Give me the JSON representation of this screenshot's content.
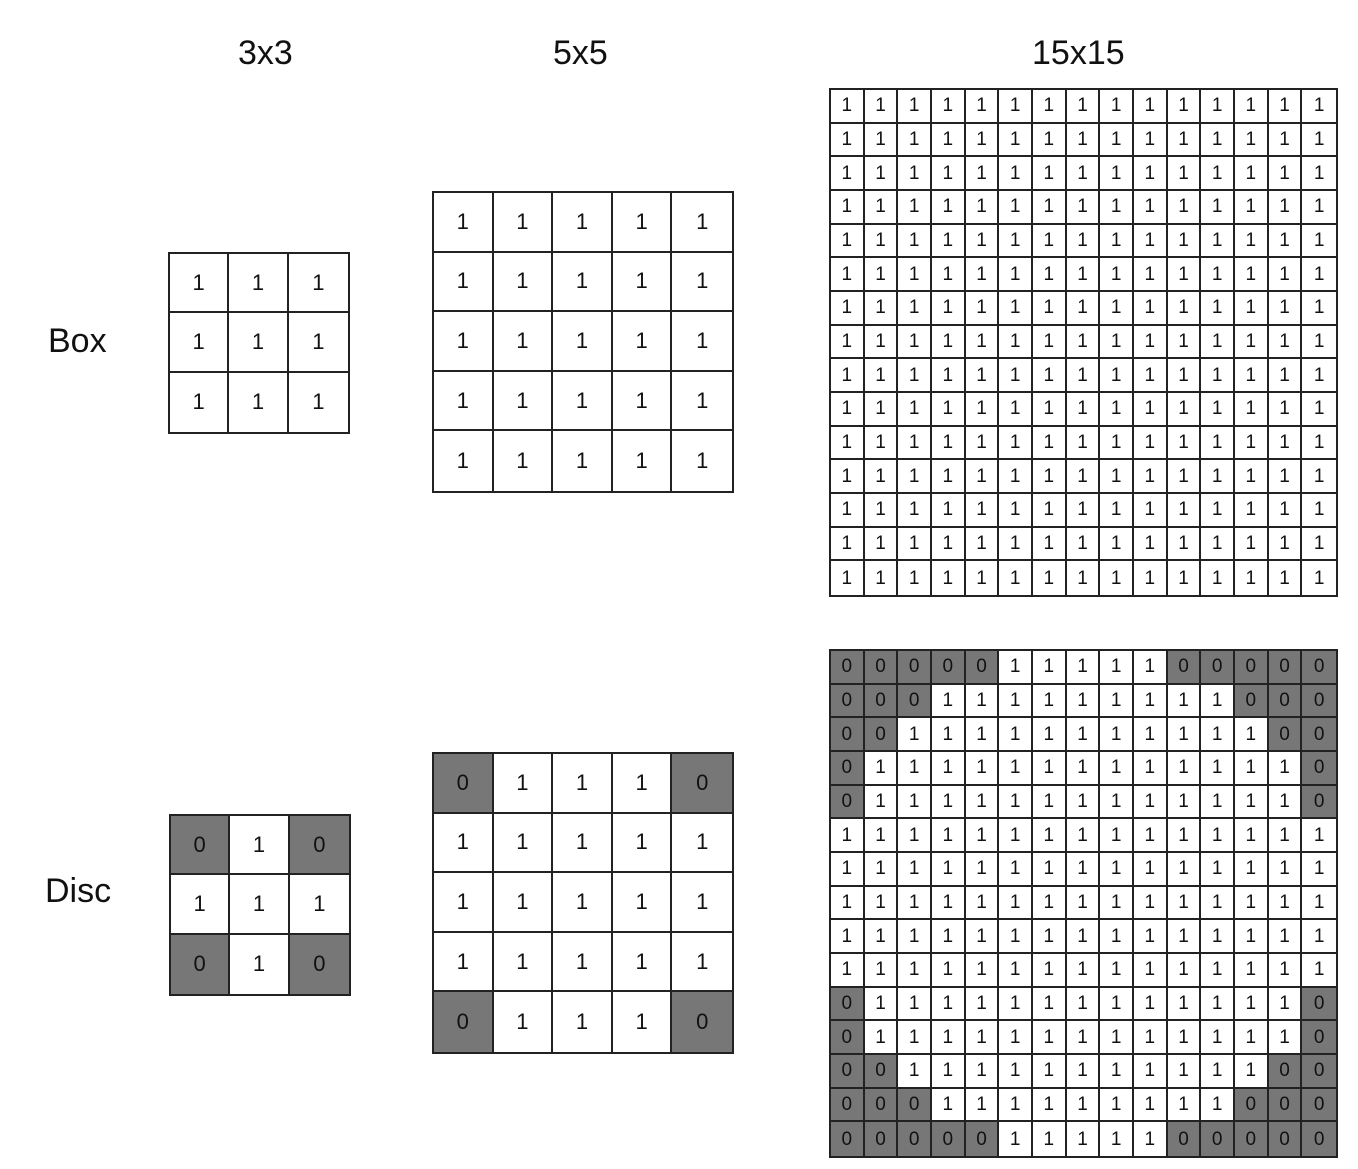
{
  "column_labels": {
    "small": "3x3",
    "medium": "5x5",
    "large": "15x15"
  },
  "row_labels": {
    "box": "Box",
    "disc": "Disc"
  },
  "colors": {
    "zero_fill": "#777777",
    "one_fill": "#ffffff",
    "border": "#222222"
  },
  "kernels": {
    "box_3x3": [
      [
        1,
        1,
        1
      ],
      [
        1,
        1,
        1
      ],
      [
        1,
        1,
        1
      ]
    ],
    "box_5x5": [
      [
        1,
        1,
        1,
        1,
        1
      ],
      [
        1,
        1,
        1,
        1,
        1
      ],
      [
        1,
        1,
        1,
        1,
        1
      ],
      [
        1,
        1,
        1,
        1,
        1
      ],
      [
        1,
        1,
        1,
        1,
        1
      ]
    ],
    "box_15x15": [
      [
        1,
        1,
        1,
        1,
        1,
        1,
        1,
        1,
        1,
        1,
        1,
        1,
        1,
        1,
        1
      ],
      [
        1,
        1,
        1,
        1,
        1,
        1,
        1,
        1,
        1,
        1,
        1,
        1,
        1,
        1,
        1
      ],
      [
        1,
        1,
        1,
        1,
        1,
        1,
        1,
        1,
        1,
        1,
        1,
        1,
        1,
        1,
        1
      ],
      [
        1,
        1,
        1,
        1,
        1,
        1,
        1,
        1,
        1,
        1,
        1,
        1,
        1,
        1,
        1
      ],
      [
        1,
        1,
        1,
        1,
        1,
        1,
        1,
        1,
        1,
        1,
        1,
        1,
        1,
        1,
        1
      ],
      [
        1,
        1,
        1,
        1,
        1,
        1,
        1,
        1,
        1,
        1,
        1,
        1,
        1,
        1,
        1
      ],
      [
        1,
        1,
        1,
        1,
        1,
        1,
        1,
        1,
        1,
        1,
        1,
        1,
        1,
        1,
        1
      ],
      [
        1,
        1,
        1,
        1,
        1,
        1,
        1,
        1,
        1,
        1,
        1,
        1,
        1,
        1,
        1
      ],
      [
        1,
        1,
        1,
        1,
        1,
        1,
        1,
        1,
        1,
        1,
        1,
        1,
        1,
        1,
        1
      ],
      [
        1,
        1,
        1,
        1,
        1,
        1,
        1,
        1,
        1,
        1,
        1,
        1,
        1,
        1,
        1
      ],
      [
        1,
        1,
        1,
        1,
        1,
        1,
        1,
        1,
        1,
        1,
        1,
        1,
        1,
        1,
        1
      ],
      [
        1,
        1,
        1,
        1,
        1,
        1,
        1,
        1,
        1,
        1,
        1,
        1,
        1,
        1,
        1
      ],
      [
        1,
        1,
        1,
        1,
        1,
        1,
        1,
        1,
        1,
        1,
        1,
        1,
        1,
        1,
        1
      ],
      [
        1,
        1,
        1,
        1,
        1,
        1,
        1,
        1,
        1,
        1,
        1,
        1,
        1,
        1,
        1
      ],
      [
        1,
        1,
        1,
        1,
        1,
        1,
        1,
        1,
        1,
        1,
        1,
        1,
        1,
        1,
        1
      ]
    ],
    "disc_3x3": [
      [
        0,
        1,
        0
      ],
      [
        1,
        1,
        1
      ],
      [
        0,
        1,
        0
      ]
    ],
    "disc_5x5": [
      [
        0,
        1,
        1,
        1,
        0
      ],
      [
        1,
        1,
        1,
        1,
        1
      ],
      [
        1,
        1,
        1,
        1,
        1
      ],
      [
        1,
        1,
        1,
        1,
        1
      ],
      [
        0,
        1,
        1,
        1,
        0
      ]
    ],
    "disc_15x15": [
      [
        0,
        0,
        0,
        0,
        0,
        1,
        1,
        1,
        1,
        1,
        0,
        0,
        0,
        0,
        0
      ],
      [
        0,
        0,
        0,
        1,
        1,
        1,
        1,
        1,
        1,
        1,
        1,
        1,
        0,
        0,
        0
      ],
      [
        0,
        0,
        1,
        1,
        1,
        1,
        1,
        1,
        1,
        1,
        1,
        1,
        1,
        0,
        0
      ],
      [
        0,
        1,
        1,
        1,
        1,
        1,
        1,
        1,
        1,
        1,
        1,
        1,
        1,
        1,
        0
      ],
      [
        0,
        1,
        1,
        1,
        1,
        1,
        1,
        1,
        1,
        1,
        1,
        1,
        1,
        1,
        0
      ],
      [
        1,
        1,
        1,
        1,
        1,
        1,
        1,
        1,
        1,
        1,
        1,
        1,
        1,
        1,
        1
      ],
      [
        1,
        1,
        1,
        1,
        1,
        1,
        1,
        1,
        1,
        1,
        1,
        1,
        1,
        1,
        1
      ],
      [
        1,
        1,
        1,
        1,
        1,
        1,
        1,
        1,
        1,
        1,
        1,
        1,
        1,
        1,
        1
      ],
      [
        1,
        1,
        1,
        1,
        1,
        1,
        1,
        1,
        1,
        1,
        1,
        1,
        1,
        1,
        1
      ],
      [
        1,
        1,
        1,
        1,
        1,
        1,
        1,
        1,
        1,
        1,
        1,
        1,
        1,
        1,
        1
      ],
      [
        0,
        1,
        1,
        1,
        1,
        1,
        1,
        1,
        1,
        1,
        1,
        1,
        1,
        1,
        0
      ],
      [
        0,
        1,
        1,
        1,
        1,
        1,
        1,
        1,
        1,
        1,
        1,
        1,
        1,
        1,
        0
      ],
      [
        0,
        0,
        1,
        1,
        1,
        1,
        1,
        1,
        1,
        1,
        1,
        1,
        1,
        0,
        0
      ],
      [
        0,
        0,
        0,
        1,
        1,
        1,
        1,
        1,
        1,
        1,
        1,
        1,
        0,
        0,
        0
      ],
      [
        0,
        0,
        0,
        0,
        0,
        1,
        1,
        1,
        1,
        1,
        0,
        0,
        0,
        0,
        0
      ]
    ]
  }
}
